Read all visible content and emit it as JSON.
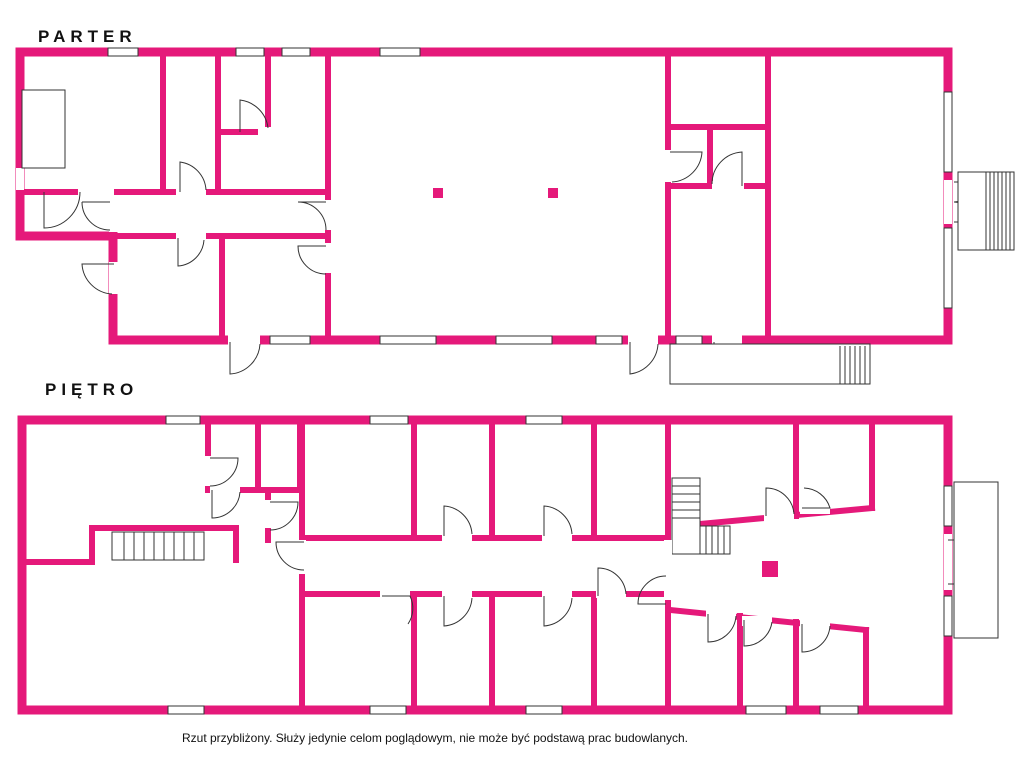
{
  "floors": {
    "ground": {
      "label": "PARTER"
    },
    "upper": {
      "label": "PIĘTRO"
    }
  },
  "disclaimer": "Rzut przybliżony. Służy jedynie celom poglądowym, nie może być podstawą prac budowlanych.",
  "colors": {
    "wall": "#e5197a",
    "line": "#333333",
    "background": "#ffffff"
  }
}
